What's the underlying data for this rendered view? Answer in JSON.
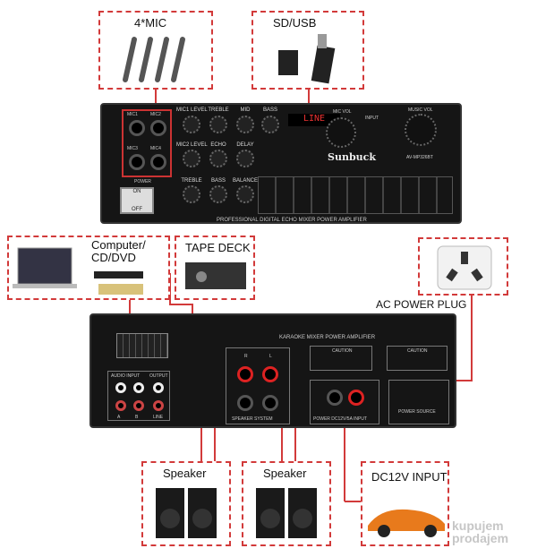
{
  "labels": {
    "mic": "4*MIC",
    "sdusb": "SD/USB",
    "computer": "Computer/\nCD/DVD",
    "computer_l1": "Computer/",
    "computer_l2": "CD/DVD",
    "tape": "TAPE DECK",
    "ac": "AC POWER PLUG",
    "speaker1": "Speaker",
    "speaker2": "Speaker",
    "dc": "DC12V INPUT"
  },
  "front_panel": {
    "brand": "Sunbuck",
    "model": "AV-MP326BT",
    "display": "LINE",
    "tagline": "PROFESSIONAL DIGITAL ECHO MIXER POWER AMPLIFIER",
    "mic_labels": [
      "MIC1",
      "MIC2",
      "MIC3",
      "MIC4"
    ],
    "knobs_top": [
      "MIC1 LEVEL",
      "TREBLE",
      "MID",
      "BASS"
    ],
    "knobs_mid": [
      "MIC2 LEVEL",
      "ECHO",
      "DELAY"
    ],
    "knobs_bot": [
      "TREBLE",
      "BASS",
      "BALANCE"
    ],
    "mic_vol": "MIC VOL",
    "music_vol": "MUSIC VOL",
    "input": "INPUT",
    "power": "POWER",
    "on": "ON",
    "off": "OFF"
  },
  "rear_panel": {
    "title": "KARAOKE MIXER POWER AMPLIFIER",
    "audio_input": "AUDIO INPUT",
    "output": "OUTPUT",
    "speaker_system": "SPEAKER SYSTEM",
    "power_dc": "POWER DC12V/5A INPUT",
    "caution": "CAUTION",
    "power_source": "POWER SOURCE",
    "r": "R",
    "l": "L",
    "a": "A",
    "b": "B",
    "line": "LINE"
  },
  "watermark": "kupujem prodajem"
}
